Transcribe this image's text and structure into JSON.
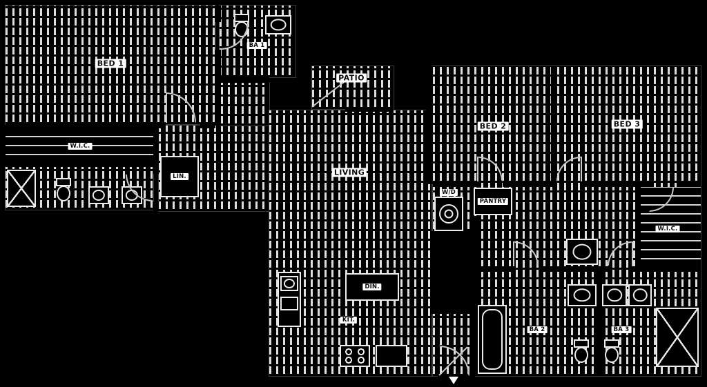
{
  "document": {
    "type": "apartment-floor-plan",
    "style": "white-line drawing on black with brick-hatch floor texture"
  },
  "colors": {
    "background": "#000000",
    "floor_hatch": "#dedede",
    "fixture_line": "#ececec",
    "door_arc": "#c9c9c9",
    "label_bg": "#ffffff",
    "label_text": "#0a0a0a"
  },
  "labels": {
    "bed1": "BED 1",
    "ba1": "BA 1",
    "wic1": "W.I.C.",
    "linen": "LIN.",
    "patio": "PATIO",
    "living": "LIVING",
    "dining": "DIN.",
    "kitchen": "KIT.",
    "bed2": "BED 2",
    "bed3": "BED 3",
    "pantry": "PANTRY",
    "washer_dryer": "W/D",
    "wic2": "W.I.C.",
    "ba2": "BA 2",
    "ba3": "BA 3"
  },
  "fixtures": [
    "bathtub",
    "toilet",
    "vanity-sink",
    "double-vanity-sink",
    "cooktop",
    "stacked-washer-dryer",
    "shower-x",
    "closet-shelves",
    "door-swing-arc",
    "entry-arrow"
  ]
}
